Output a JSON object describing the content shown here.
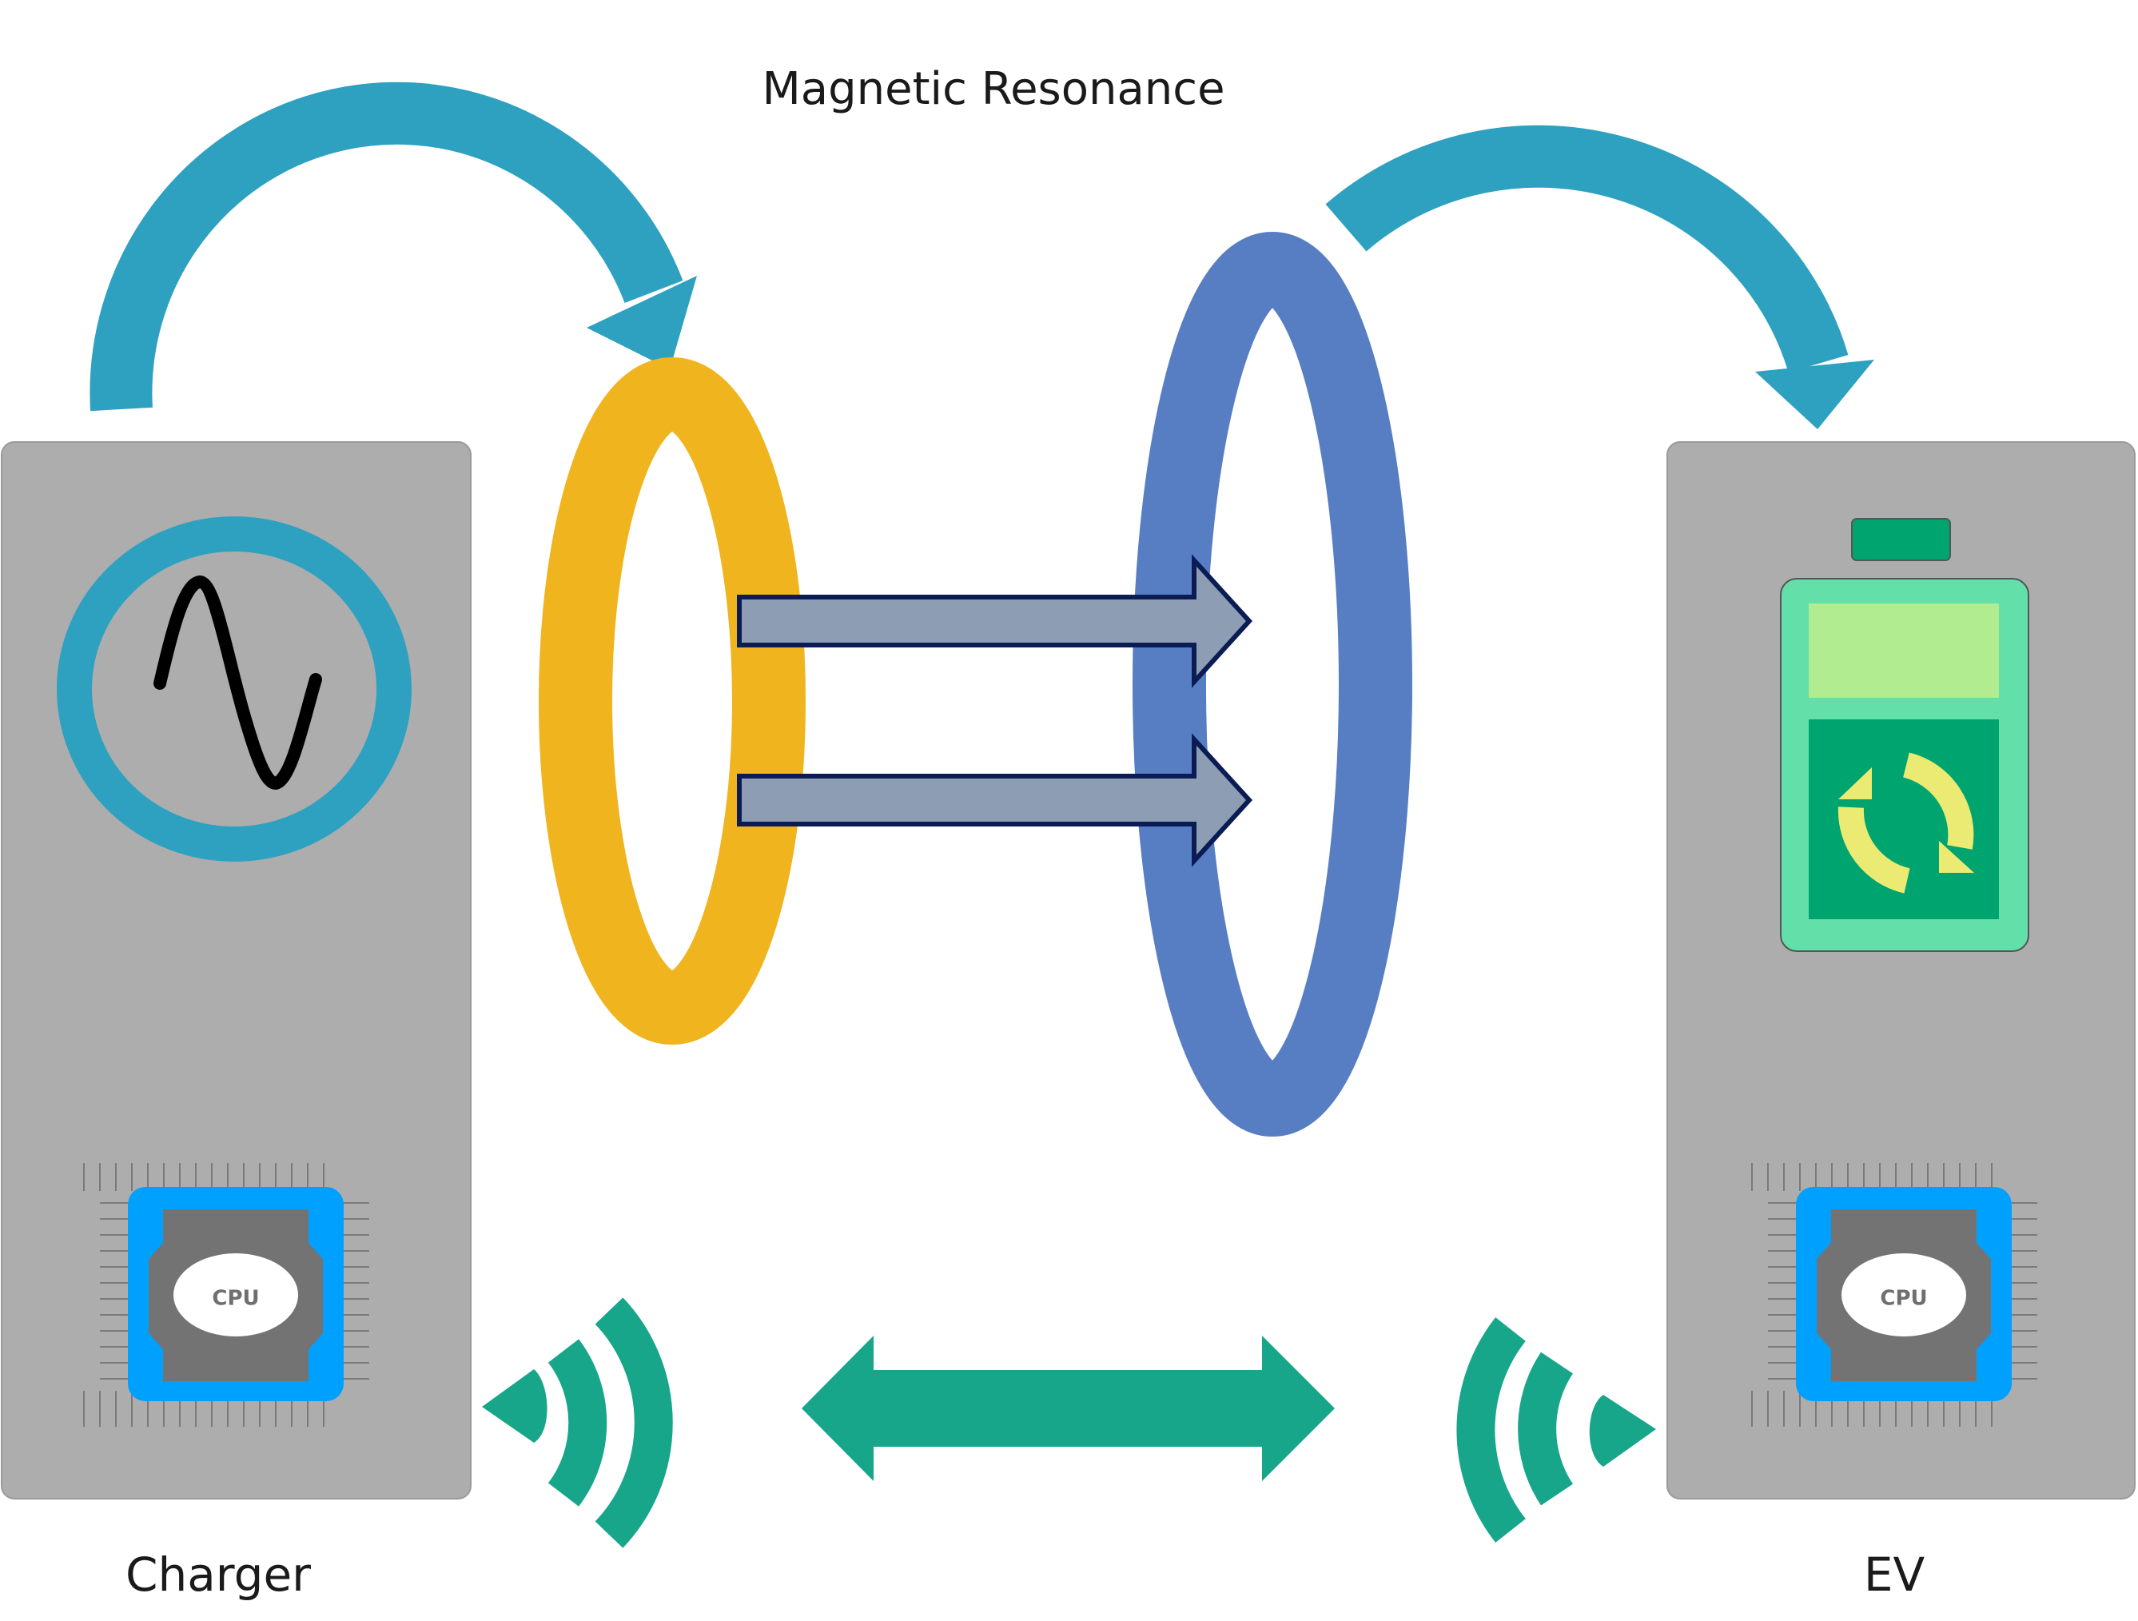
{
  "title": "Magnetic Resonance",
  "charger_label": "Charger",
  "ev_label": "EV",
  "cpu_label": "CPU",
  "colors": {
    "panel": "#adadad",
    "flow_arrow": "#2ea1c0",
    "transmitter_coil": "#f0b41e",
    "receiver_coil": "#577ec2",
    "field_arrow_fill": "#8d9db4",
    "field_arrow_stroke": "#0b1c55",
    "comm": "#17a68a",
    "cpu_frame": "#00a0ff",
    "cpu_core": "#737373",
    "battery_body": "#63dfaa",
    "battery_dark": "#00a46e",
    "battery_light": "#b2ec90",
    "recycle": "#ebea73"
  },
  "icons": [
    "ac-source-icon",
    "cpu-chip-icon",
    "battery-icon",
    "recycle-icon",
    "wireless-signal-icon",
    "bidirectional-arrow-icon"
  ]
}
